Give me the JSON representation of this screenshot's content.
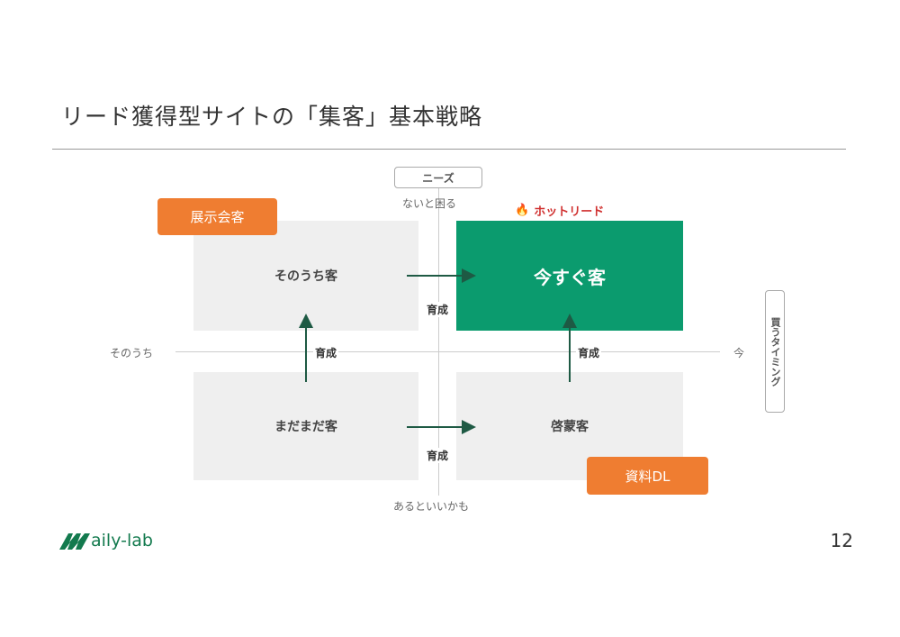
{
  "title": "リード獲得型サイトの「集客」基本戦略",
  "page_number": "12",
  "logo": {
    "mark": "M",
    "text": "aily-lab"
  },
  "axes": {
    "vertical_tag": "ニーズ",
    "top": "ないと困る",
    "bottom": "あるといいかも",
    "left": "そのうち",
    "right": "今",
    "horizontal_tag": "買うタイミング"
  },
  "quadrants": {
    "top_left": "そのうち客",
    "top_right": "今すぐ客",
    "bottom_left": "まだまだ客",
    "bottom_right": "啓蒙客"
  },
  "hot_lead": "ホットリード",
  "labels": {
    "exhibition": "展示会客",
    "download": "資料DL"
  },
  "arrows": {
    "grow": "育成"
  },
  "colors": {
    "green": "#0b9b6e",
    "orange": "#ef7d31",
    "hot": "#d0302f"
  }
}
